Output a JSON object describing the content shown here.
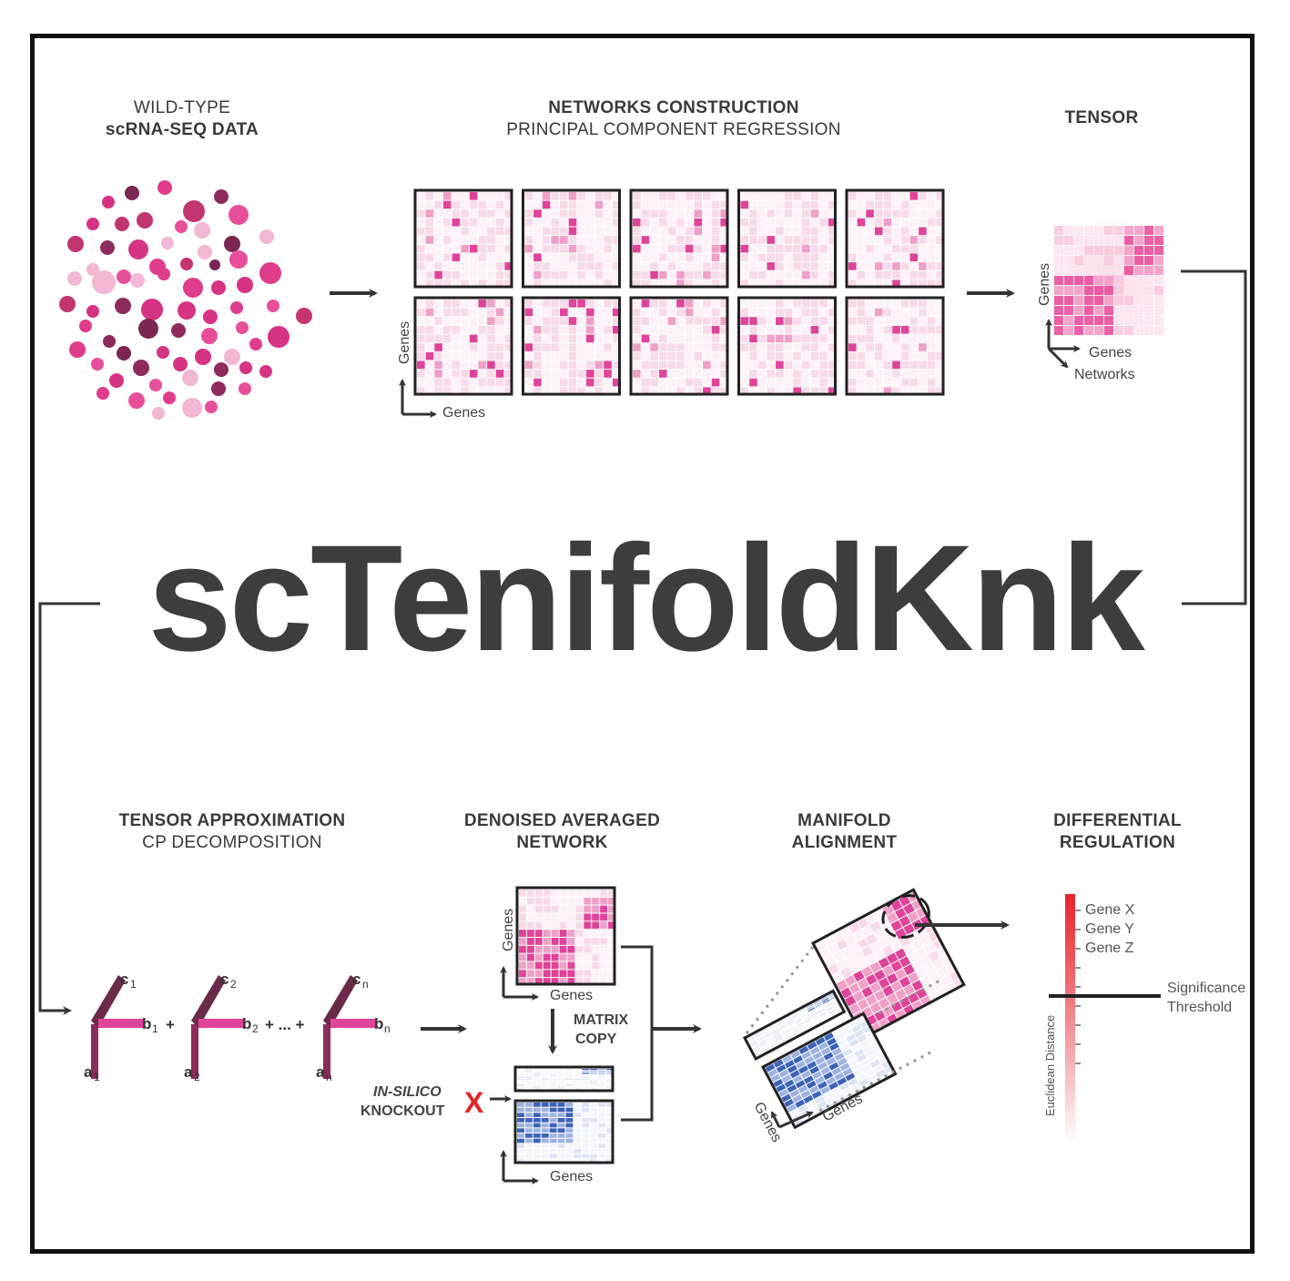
{
  "title": "scTenifoldKnk",
  "steps": {
    "wild_type": {
      "line1": "WILD-TYPE",
      "line2": "scRNA-SEQ DATA"
    },
    "networks": {
      "line1": "NETWORKS CONSTRUCTION",
      "line2": "PRINCIPAL COMPONENT REGRESSION"
    },
    "tensor": {
      "line1": "TENSOR"
    },
    "tensor_approx": {
      "line1": "TENSOR APPROXIMATION",
      "line2": "CP DECOMPOSITION"
    },
    "denoised": {
      "line1": "DENOISED AVERAGED",
      "line2": "NETWORK"
    },
    "manifold": {
      "line1": "MANIFOLD",
      "line2": "ALIGNMENT"
    },
    "differential": {
      "line1": "DIFFERENTIAL",
      "line2": "REGULATION"
    }
  },
  "axes": {
    "genes": "Genes",
    "networks": "Networks"
  },
  "cp": {
    "a": [
      "a",
      "a",
      "a"
    ],
    "b": [
      "b",
      "b",
      "b"
    ],
    "c": [
      "c",
      "c",
      "c"
    ],
    "sub": [
      "1",
      "2",
      "n"
    ],
    "plus": "+",
    "dots": "+ ... +"
  },
  "matrix_copy": {
    "line1": "MATRIX",
    "line2": "COPY"
  },
  "knockout": {
    "line1": "IN-SILICO",
    "line2": "KNOCKOUT",
    "mark": "X"
  },
  "diff_reg": {
    "genes": [
      "Gene X",
      "Gene Y",
      "Gene Z"
    ],
    "threshold": [
      "Significance",
      "Threshold"
    ],
    "ylabel": "Euclidean Distance"
  },
  "colors": {
    "dark_magenta": "#7a2650",
    "magenta": "#d63384",
    "pink": "#e84f9a",
    "light_pink": "#f2b8d3",
    "blue": "#3d63b8",
    "frame": "#111111",
    "red": "#e8242b"
  }
}
